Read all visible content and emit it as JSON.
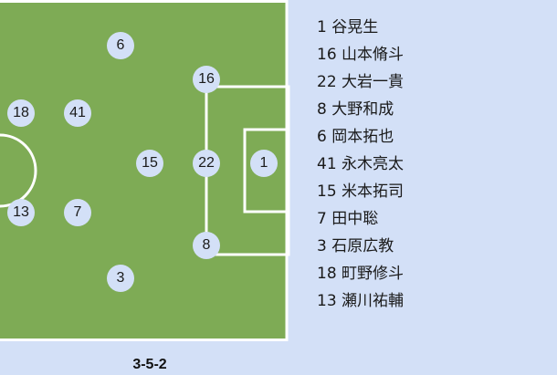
{
  "colors": {
    "pitch": "#7eab55",
    "lines": "#ffffff",
    "background": "#d3e0f7"
  },
  "players": [
    {
      "number": "6",
      "name": "岡本拓也"
    },
    {
      "number": "16",
      "name": "山本脩斗"
    },
    {
      "number": "18",
      "name": "町野修斗"
    },
    {
      "number": "41",
      "name": "永木亮太"
    },
    {
      "number": "15",
      "name": "米本拓司"
    },
    {
      "number": "22",
      "name": "大岩一貴"
    },
    {
      "number": "1",
      "name": "谷晃生"
    },
    {
      "number": "13",
      "name": "瀬川祐輔"
    },
    {
      "number": "7",
      "name": "田中聡"
    },
    {
      "number": "8",
      "name": "大野和成"
    },
    {
      "number": "3",
      "name": "石原広教"
    }
  ],
  "roster": [
    "1 谷晃生",
    "16 山本脩斗",
    "22 大岩一貴",
    "8 大野和成",
    "6 岡本拓也",
    "41 永木亮太",
    "15 米本拓司",
    "7 田中聡",
    "3 石原広教",
    "18 町野修斗",
    "13 瀬川祐輔"
  ],
  "formation": "3-5-2"
}
